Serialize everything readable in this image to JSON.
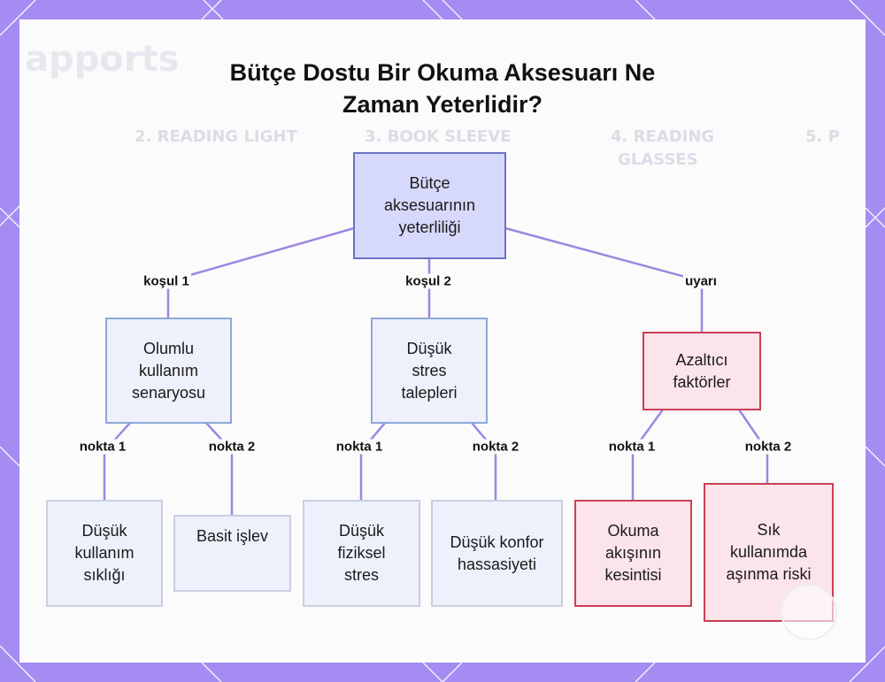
{
  "title_line1": "Bütçe Dostu Bir Okuma Aksesuarı Ne",
  "title_line2": "Zaman Yeterlidir?",
  "nodes": {
    "root": "Bütçe aksesuarının yeterliliği",
    "positive": "Olumlu kullanım senaryosu",
    "low_stress": "Düşük stres talepleri",
    "reducing": "Azaltıcı faktörler",
    "low_freq": "Düşük kullanım sıklığı",
    "simple": "Basit işlev",
    "physical": "Düşük fiziksel stres",
    "comfort": "Düşük konfor hassasiyeti",
    "flow": "Okuma akışının kesintisi",
    "wear": "Sık kullanımda aşınma riski"
  },
  "edges": {
    "k1": "koşul 1",
    "k2": "koşul 2",
    "warn": "uyarı",
    "n1a": "nokta 1",
    "n2a": "nokta 2",
    "n1b": "nokta 1",
    "n2b": "nokta 2",
    "n1c": "nokta 1",
    "n2c": "nokta 2"
  },
  "colors": {
    "frame": "#a58cf2",
    "root_fill": "#d6d9fb",
    "root_border": "#6a72c7",
    "node_fill": "#eef1fc",
    "warn_fill": "#fbe4ea",
    "warn_border": "#cb3f55",
    "link": "#9d86e0"
  },
  "background": {
    "ghost_heading": "apports",
    "ghost_col2": "2. READING LIGHT",
    "ghost_col3": "3. BOOK SLEEVE",
    "ghost_col4": "4. READING",
    "ghost_col4b": "GLASSES",
    "ghost_col5": "5. P"
  }
}
